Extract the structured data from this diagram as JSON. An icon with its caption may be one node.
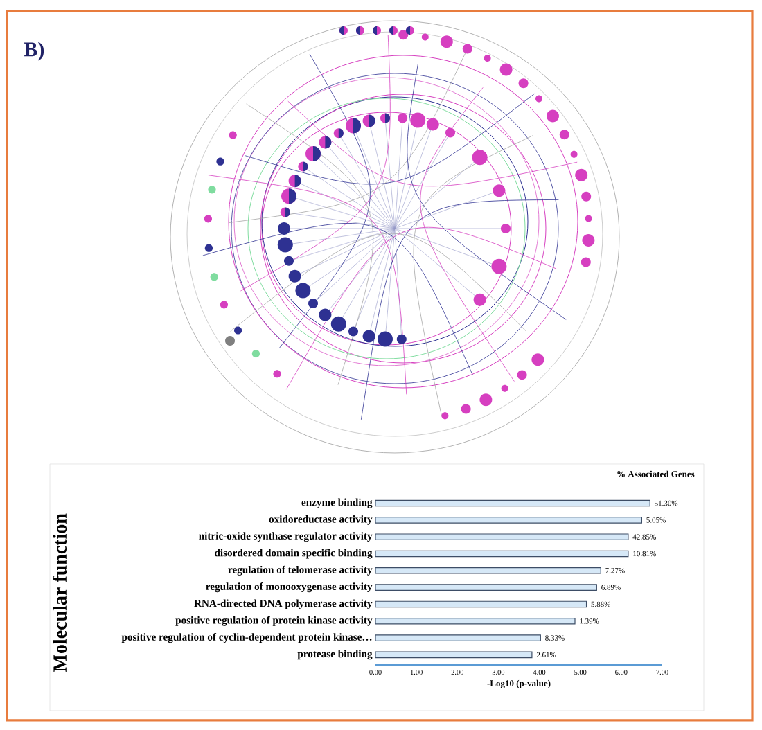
{
  "diagram": {
    "labels": [
      "B)"
    ],
    "chart_data": {
      "type": "bar",
      "orientation": "horizontal",
      "title": "% Associated Genes",
      "xlabel": "-Log10 (p-value)",
      "ylabel": "Molecular function",
      "categories": [
        "enzyme binding",
        "oxidoreductase activity",
        "nitric-oxide synthase regulator activity",
        "disordered domain specific binding",
        "regulation of telomerase activity",
        "regulation of monooxygenase activity",
        "RNA-directed DNA polymerase activity",
        "positive regulation of protein kinase activity",
        "positive regulation of cyclin-dependent protein kinase…",
        "protease binding"
      ],
      "values": [
        6.7,
        6.5,
        6.17,
        6.17,
        5.5,
        5.4,
        5.15,
        4.87,
        4.03,
        3.82
      ],
      "annotations": [
        {
          "x": 6.7,
          "y": "enzyme binding",
          "text": "51.30%"
        },
        {
          "x": 6.5,
          "y": "oxidoreductase activity",
          "text": "5.05%"
        },
        {
          "x": 6.17,
          "y": "nitric-oxide synthase regulator activity",
          "text": "42.85%"
        },
        {
          "x": 6.17,
          "y": "disordered domain specific binding",
          "text": "10.81%"
        },
        {
          "x": 5.5,
          "y": "regulation of telomerase activity",
          "text": "7.27%"
        },
        {
          "x": 5.4,
          "y": "regulation of monooxygenase activity",
          "text": "6.89%"
        },
        {
          "x": 5.15,
          "y": "RNA-directed DNA polymerase activity",
          "text": "5.88%"
        },
        {
          "x": 4.87,
          "y": "positive regulation of protein kinase activity",
          "text": "1.39%"
        },
        {
          "x": 4.03,
          "y": "positive regulation of cyclin-dependent protein kinase…",
          "text": "8.33%"
        },
        {
          "x": 3.82,
          "y": "protease binding",
          "text": "2.61%"
        }
      ],
      "xlim": [
        0,
        7
      ],
      "xticks": [
        {
          "value": 0,
          "label": "0.00"
        },
        {
          "value": 1,
          "label": "1.00"
        },
        {
          "value": 2,
          "label": "2.00"
        },
        {
          "value": 3,
          "label": "3.00"
        },
        {
          "value": 4,
          "label": "4.00"
        },
        {
          "value": 5,
          "label": "5.00"
        },
        {
          "value": 6,
          "label": "6.00"
        },
        {
          "value": 7,
          "label": "7.00"
        }
      ]
    }
  }
}
